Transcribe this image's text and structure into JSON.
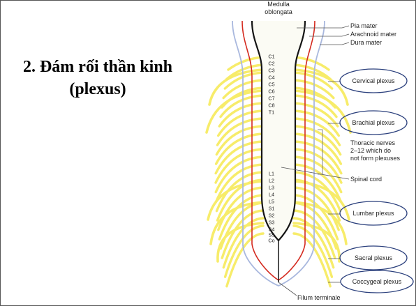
{
  "heading": {
    "line1": "2. Đám rối thần kinh",
    "line2": "(plexus)"
  },
  "diagram": {
    "top_label": [
      "Medulla",
      "oblongata"
    ],
    "meninges": [
      "Pia mater",
      "Arachnoid mater",
      "Dura mater"
    ],
    "segments": [
      "C1",
      "C2",
      "C3",
      "C4",
      "C5",
      "C6",
      "C7",
      "C8",
      "T1",
      "L1",
      "L2",
      "L3",
      "L4",
      "L5",
      "S1",
      "S2",
      "S3",
      "S4",
      "S5",
      "Co"
    ],
    "plexuses": [
      "Cervical plexus",
      "Brachial plexus",
      "Lumbar plexus",
      "Sacral plexus",
      "Coccygeal plexus"
    ],
    "thoracic_note": [
      "Thoracic nerves",
      "2–12 which do",
      "not form plexuses"
    ],
    "spinal_cord_label": "Spinal cord",
    "filum_label": "Filum terminale",
    "colors": {
      "nerve": "#f7ec6a",
      "dura": "#a9b8de",
      "arachnoid": "#d42a1f",
      "pia": "#151515",
      "oval": "#2a3f7c",
      "border": "#555555"
    }
  }
}
